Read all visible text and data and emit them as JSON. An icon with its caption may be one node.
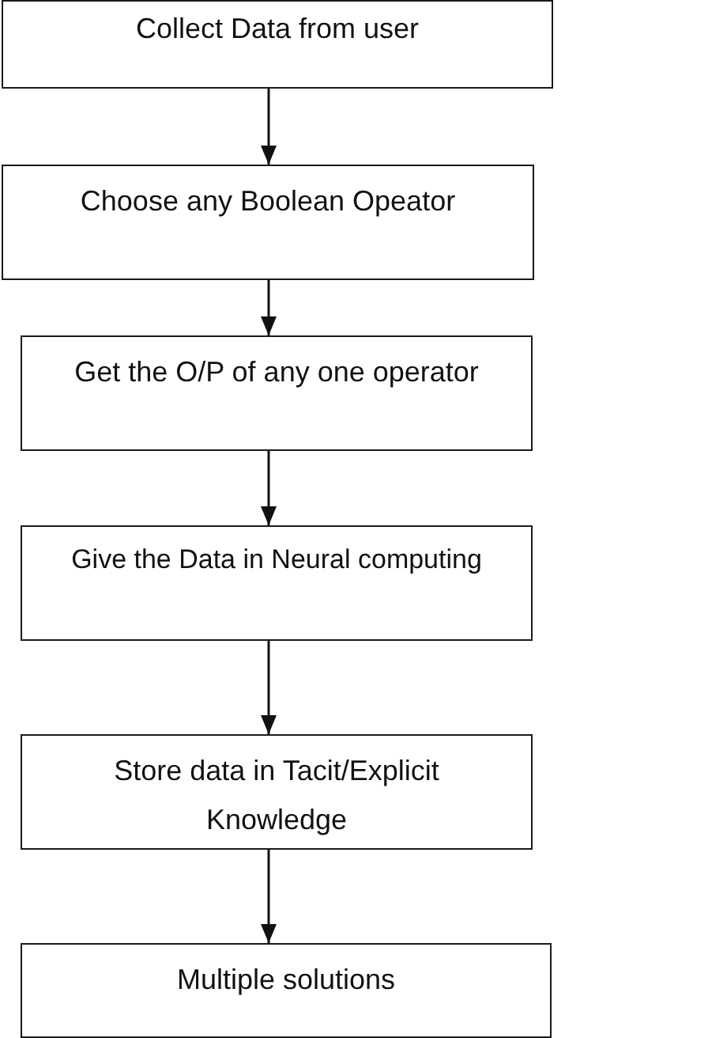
{
  "diagram": {
    "nodes": [
      {
        "text": [
          "Collect Data from user"
        ]
      },
      {
        "text": [
          "Choose any Boolean Opeator"
        ]
      },
      {
        "text": [
          "Get the O/P of any one operator"
        ]
      },
      {
        "text": [
          "Give the Data in Neural computing"
        ]
      },
      {
        "text": [
          "Store data in Tacit/Explicit Knowledge"
        ]
      },
      {
        "text": [
          "Multiple solutions"
        ]
      }
    ],
    "edges": [
      {
        "from": 0,
        "to": 1,
        "arrow": "to"
      },
      {
        "from": 1,
        "to": 2,
        "arrow": "to"
      },
      {
        "from": 2,
        "to": 3,
        "arrow": "to"
      },
      {
        "from": 3,
        "to": 4,
        "arrow": "to"
      },
      {
        "from": 4,
        "to": 5,
        "arrow": "to"
      }
    ]
  }
}
